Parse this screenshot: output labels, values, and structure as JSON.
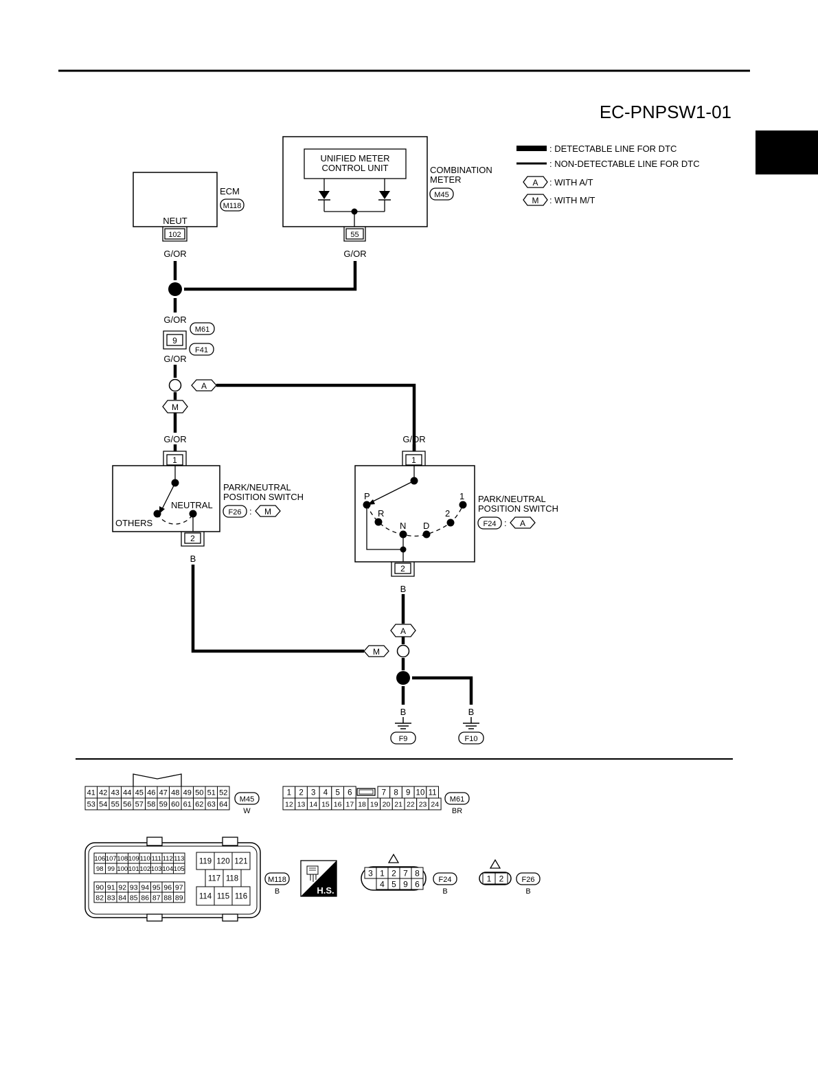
{
  "diagram_code": "EC-PNPSW1-01",
  "legend": {
    "detectable": ": DETECTABLE LINE FOR DTC",
    "non_detectable": ": NON-DETECTABLE LINE FOR DTC",
    "at_tag": "A",
    "at_label": ": WITH A/T",
    "mt_tag": "M",
    "mt_label": ": WITH M/T"
  },
  "ecm": {
    "name": "ECM",
    "connector": "M118",
    "terminal_name": "NEUT",
    "terminal": "102"
  },
  "combination_meter": {
    "name_line1": "COMBINATION",
    "name_line2": "METER",
    "connector": "M45",
    "unit_line1": "UNIFIED METER",
    "unit_line2": "CONTROL UNIT",
    "terminal": "55"
  },
  "wires": {
    "ecm_out": "G/OR",
    "meter_out": "G/OR",
    "joint_above": "G/OR",
    "joint_below": "G/OR",
    "mt_in": "G/OR",
    "at_in": "G/OR",
    "mt_out": "B",
    "at_out": "B",
    "ground1": "B",
    "ground2": "B"
  },
  "joint_connector": {
    "upper": "M61",
    "lower": "F41",
    "terminal": "9"
  },
  "tags": {
    "a": "A",
    "m": "M",
    "colon": ":"
  },
  "mt_switch": {
    "name_line1": "PARK/NEUTRAL",
    "name_line2": "POSITION SWITCH",
    "connector": "F26",
    "variant": "M",
    "terminal_in": "1",
    "terminal_out": "2",
    "pos_neutral": "NEUTRAL",
    "pos_others": "OTHERS"
  },
  "at_switch": {
    "name_line1": "PARK/NEUTRAL",
    "name_line2": "POSITION SWITCH",
    "connector": "F24",
    "variant": "A",
    "terminal_in": "1",
    "terminal_out": "2",
    "positions": [
      "P",
      "R",
      "N",
      "D",
      "2",
      "1"
    ]
  },
  "grounds": [
    "F9",
    "F10"
  ],
  "connector_views": {
    "m45": {
      "id": "M45",
      "color": "W",
      "row1": [
        "41",
        "42",
        "43",
        "44",
        "45",
        "46",
        "47",
        "48",
        "49",
        "50",
        "51",
        "52"
      ],
      "row2": [
        "53",
        "54",
        "55",
        "56",
        "57",
        "58",
        "59",
        "60",
        "61",
        "62",
        "63",
        "64"
      ]
    },
    "m61": {
      "id": "M61",
      "color": "BR",
      "row1a": [
        "1",
        "2",
        "3",
        "4",
        "5",
        "6"
      ],
      "row1b": [
        "7",
        "8",
        "9",
        "10",
        "11"
      ],
      "row2": [
        "12",
        "13",
        "14",
        "15",
        "16",
        "17",
        "18",
        "19",
        "20",
        "21",
        "22",
        "23",
        "24"
      ]
    },
    "m118": {
      "id": "M118",
      "color": "B",
      "r1": [
        "106",
        "107",
        "108",
        "109",
        "110",
        "111",
        "112",
        "113"
      ],
      "r2": [
        "98",
        "99",
        "100",
        "101",
        "102",
        "103",
        "104",
        "105"
      ],
      "r3": [
        "90",
        "91",
        "92",
        "93",
        "94",
        "95",
        "96",
        "97"
      ],
      "r4": [
        "82",
        "83",
        "84",
        "85",
        "86",
        "87",
        "88",
        "89"
      ],
      "right_top": [
        "119",
        "120",
        "121"
      ],
      "right_mid": [
        "117",
        "118"
      ],
      "right_bot": [
        "114",
        "115",
        "116"
      ]
    },
    "hs_label": "H.S.",
    "f24": {
      "id": "F24",
      "color": "B",
      "row1": [
        "3",
        "1",
        "2",
        "7",
        "8"
      ],
      "row2": [
        "4",
        "5",
        "9",
        "6"
      ]
    },
    "f26": {
      "id": "F26",
      "color": "B",
      "pins": [
        "1",
        "2"
      ]
    }
  }
}
